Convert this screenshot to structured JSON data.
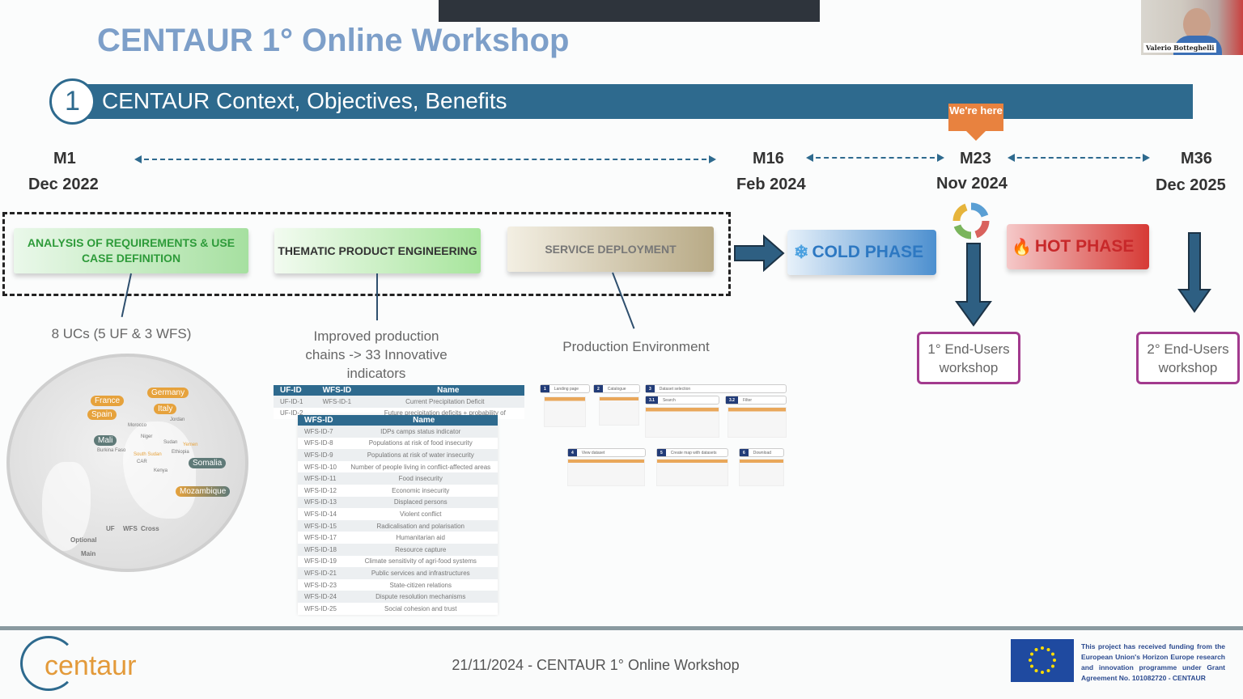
{
  "presenter": {
    "name": "Valerio Botteghelli"
  },
  "slide": {
    "title": "CENTAUR 1° Online Workshop",
    "section_number": "1",
    "section_title": "CENTAUR Context, Objectives, Benefits",
    "here_badge": "We're here",
    "milestones": [
      {
        "month": "M1",
        "date": "Dec 2022"
      },
      {
        "month": "M16",
        "date": "Feb 2024"
      },
      {
        "month": "M23",
        "date": "Nov 2024"
      },
      {
        "month": "M36",
        "date": "Dec 2025"
      }
    ],
    "stages": [
      "ANALYSIS OF REQUIREMENTS & USE CASE DEFINITION",
      "THEMATIC PRODUCT ENGINEERING",
      "SERVICE DEPLOYMENT"
    ],
    "stage_outputs": [
      "8 UCs (5 UF & 3 WFS)",
      "Improved production chains -> 33 Innovative indicators",
      "Production Environment"
    ],
    "cold_phase": "COLD PHASE",
    "hot_phase": "HOT PHASE",
    "workshops": [
      "1° End-Users workshop",
      "2° End-Users workshop"
    ],
    "map": {
      "uf_countries": [
        "France",
        "Germany",
        "Spain",
        "Italy"
      ],
      "wfs_countries": [
        "Mali",
        "Somalia"
      ],
      "cross_countries": [
        "Mozambique"
      ],
      "optional": [
        "Morocco",
        "Jordan",
        "Niger",
        "Sudan",
        "Yemen",
        "Burkina Faso",
        "South Sudan",
        "Ethiopia",
        "CAR",
        "Kenya"
      ],
      "legend_cols": [
        "UF",
        "WFS",
        "Cross"
      ],
      "legend_rows": [
        "Optional",
        "Main"
      ]
    },
    "back_table": {
      "headers": [
        "UF-ID",
        "WFS-ID",
        "Name"
      ],
      "rows": [
        [
          "UF-ID-1",
          "WFS-ID-1",
          "Current Precipitation Deficit"
        ],
        [
          "UF-ID-2",
          "",
          "Future precipitation deficits + probability of"
        ]
      ]
    },
    "front_table": {
      "headers": [
        "WFS-ID",
        "Name"
      ],
      "rows": [
        [
          "WFS-ID-7",
          "IDPs camps status indicator"
        ],
        [
          "WFS-ID-8",
          "Populations at risk of food insecurity"
        ],
        [
          "WFS-ID-9",
          "Populations at risk of water insecurity"
        ],
        [
          "WFS-ID-10",
          "Number of people living in conflict-affected areas"
        ],
        [
          "WFS-ID-11",
          "Food insecurity"
        ],
        [
          "WFS-ID-12",
          "Economic insecurity"
        ],
        [
          "WFS-ID-13",
          "Displaced persons"
        ],
        [
          "WFS-ID-14",
          "Violent conflict"
        ],
        [
          "WFS-ID-15",
          "Radicalisation and polarisation"
        ],
        [
          "WFS-ID-17",
          "Humanitarian aid"
        ],
        [
          "WFS-ID-18",
          "Resource capture"
        ],
        [
          "WFS-ID-19",
          "Climate sensitivity of agri-food systems"
        ],
        [
          "WFS-ID-21",
          "Public services and infrastructures"
        ],
        [
          "WFS-ID-23",
          "State-citizen relations"
        ],
        [
          "WFS-ID-24",
          "Dispute resolution mechanisms"
        ],
        [
          "WFS-ID-25",
          "Social cohesion and trust"
        ]
      ]
    },
    "service_steps": [
      [
        "1",
        "Landing page"
      ],
      [
        "2",
        "Catalogue"
      ],
      [
        "3",
        "Dataset selection"
      ],
      [
        "3.1",
        "Search"
      ],
      [
        "3.2",
        "Filter"
      ],
      [
        "4",
        "View dataset"
      ],
      [
        "5",
        "Create map with datasets"
      ],
      [
        "6",
        "Download"
      ]
    ],
    "footer": {
      "logo": "centaur",
      "text": "21/11/2024 - CENTAUR 1° Online Workshop",
      "funding": "This project has received funding from the European Union's Horizon Europe research and innovation programme under Grant Agreement No. 101082720 - CENTAUR"
    }
  },
  "colors": {
    "banner": "#2e6a8e",
    "title": "#7d9fc9",
    "here": "#e8823f",
    "workshop_border": "#a23a8e",
    "uf": "#e6a23c",
    "wfs": "#5f7a78"
  }
}
